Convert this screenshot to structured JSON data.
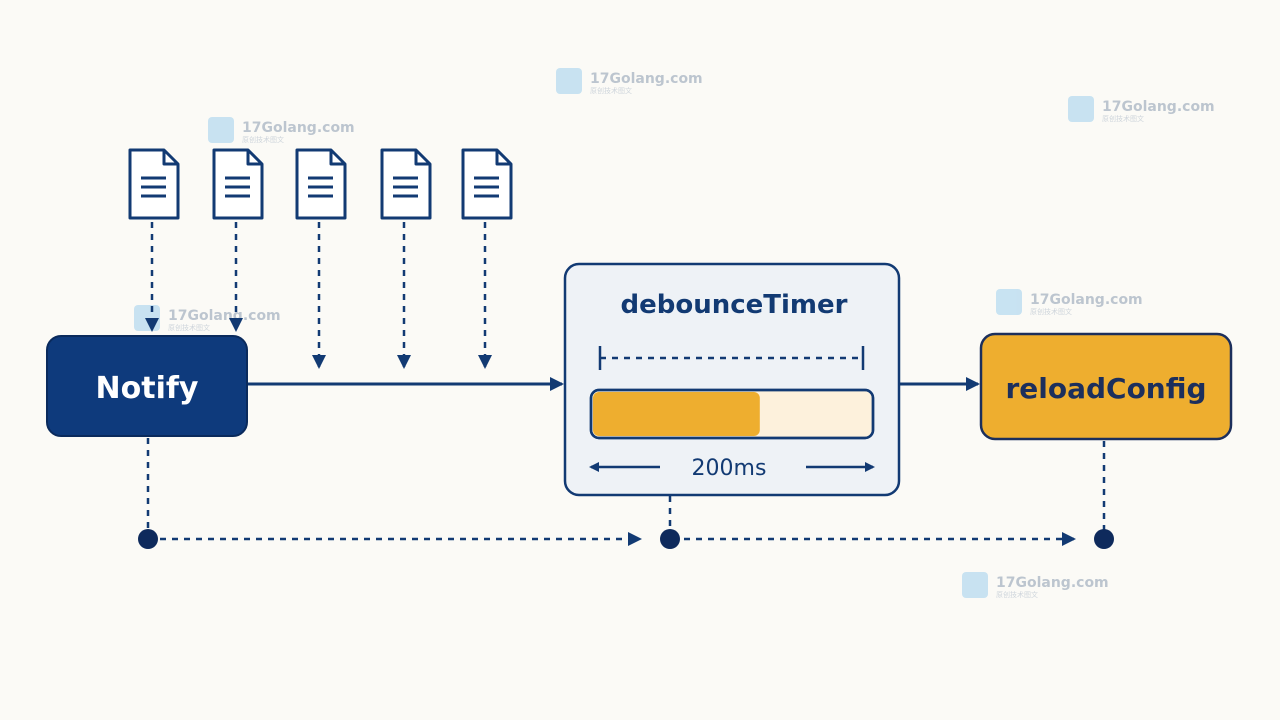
{
  "nodes": {
    "notify": {
      "label": "Notify",
      "fill": "#0e3a7c",
      "text_color": "#ffffff"
    },
    "debounce": {
      "label": "debounceTimer",
      "fill": "#eef2f6",
      "duration": "200ms"
    },
    "reload": {
      "label": "reloadConfig",
      "fill": "#eeae2f",
      "text_color": "#1c2f5c"
    }
  },
  "progress": {
    "fraction": 0.6,
    "fill": "#eeae2f",
    "track": "#fdf1dc"
  },
  "events": {
    "count": 5,
    "icon": "document-icon"
  },
  "watermark": {
    "text": "17Golang.com",
    "sub": "原创技术图文"
  },
  "colors": {
    "navy": "#0e3a7c",
    "line": "#123a73",
    "border": "#1c2f5c"
  }
}
